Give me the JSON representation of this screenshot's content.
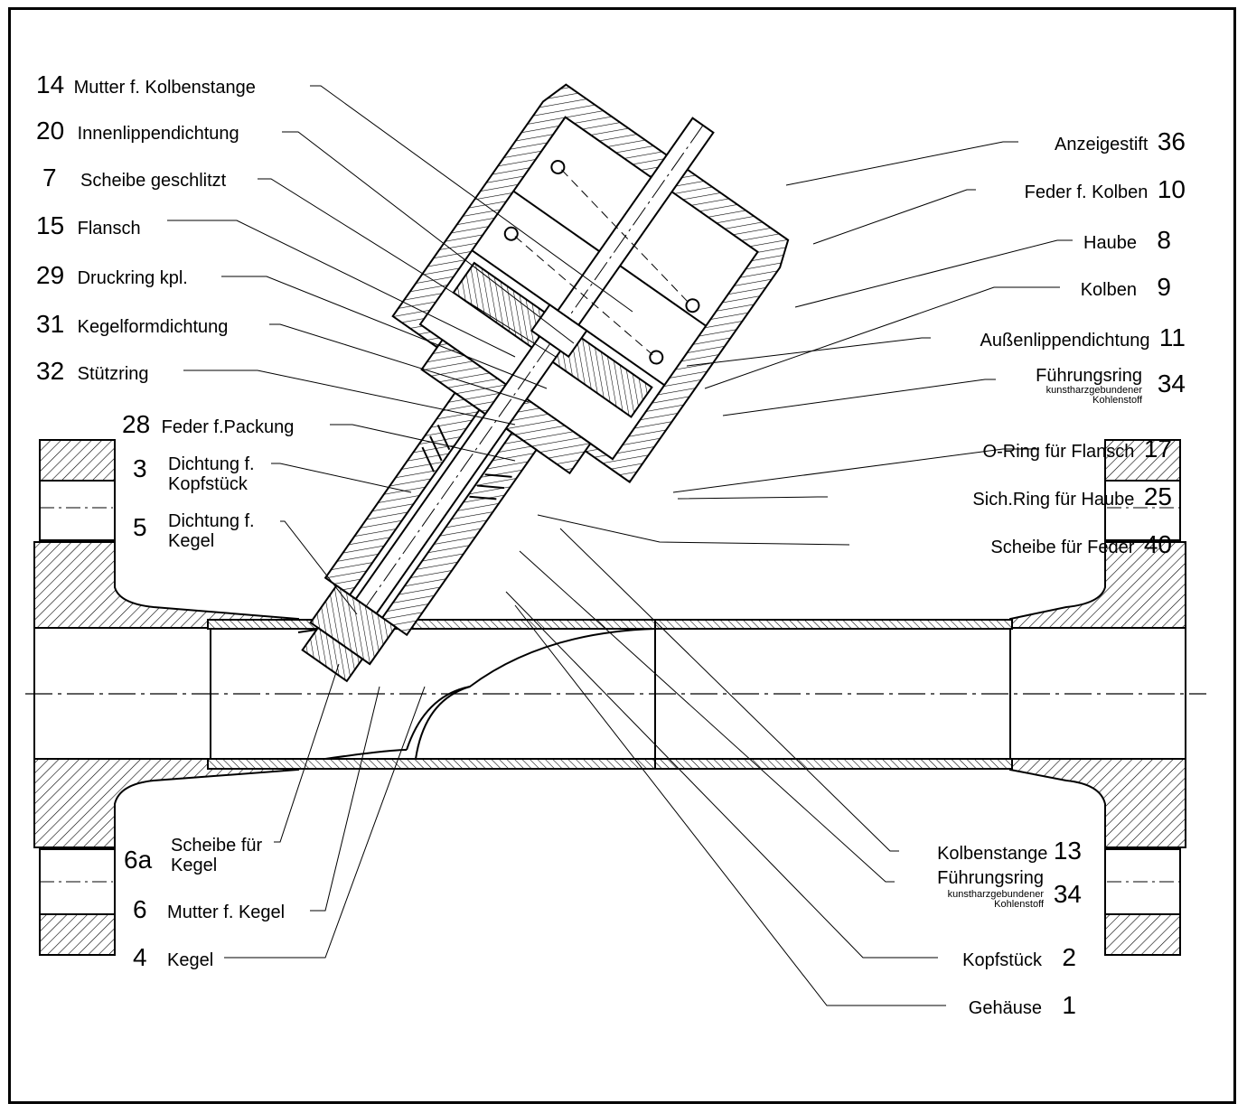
{
  "callouts_left": [
    {
      "num": "14",
      "text": "Mutter f. Kolbenstange"
    },
    {
      "num": "20",
      "text": "Innenlippendichtung"
    },
    {
      "num": "7",
      "text": "Scheibe geschlitzt"
    },
    {
      "num": "15",
      "text": "Flansch"
    },
    {
      "num": "29",
      "text": "Druckring kpl."
    },
    {
      "num": "31",
      "text": "Kegelformdichtung"
    },
    {
      "num": "32",
      "text": "Stützring"
    },
    {
      "num": "28",
      "text": "Feder f.Packung"
    },
    {
      "num": "3",
      "text": "Dichtung f.",
      "text2": "Kopfstück"
    },
    {
      "num": "5",
      "text": "Dichtung f.",
      "text2": "Kegel"
    },
    {
      "num": "6a",
      "text": "Scheibe für",
      "text2": "Kegel"
    },
    {
      "num": "6",
      "text": "Mutter f. Kegel"
    },
    {
      "num": "4",
      "text": "Kegel"
    }
  ],
  "callouts_right": [
    {
      "num": "36",
      "text": "Anzeigestift"
    },
    {
      "num": "10",
      "text": "Feder f. Kolben"
    },
    {
      "num": "8",
      "text": "Haube"
    },
    {
      "num": "9",
      "text": "Kolben"
    },
    {
      "num": "11",
      "text": "Außenlippendichtung"
    },
    {
      "num": "34",
      "text": "Führungsring",
      "sub1": "kunstharzgebundener",
      "sub2": "Kohlenstoff"
    },
    {
      "num": "17",
      "text": "O-Ring für Flansch"
    },
    {
      "num": "25",
      "text": "Sich.Ring für Haube"
    },
    {
      "num": "40",
      "text": "Scheibe für Feder"
    },
    {
      "num": "13",
      "text": "Kolbenstange"
    },
    {
      "num": "34",
      "text": "Führungsring",
      "sub1": "kunstharzgebundener",
      "sub2": "Kohlenstoff"
    },
    {
      "num": "2",
      "text": "Kopfstück"
    },
    {
      "num": "1",
      "text": "Gehäuse"
    }
  ]
}
